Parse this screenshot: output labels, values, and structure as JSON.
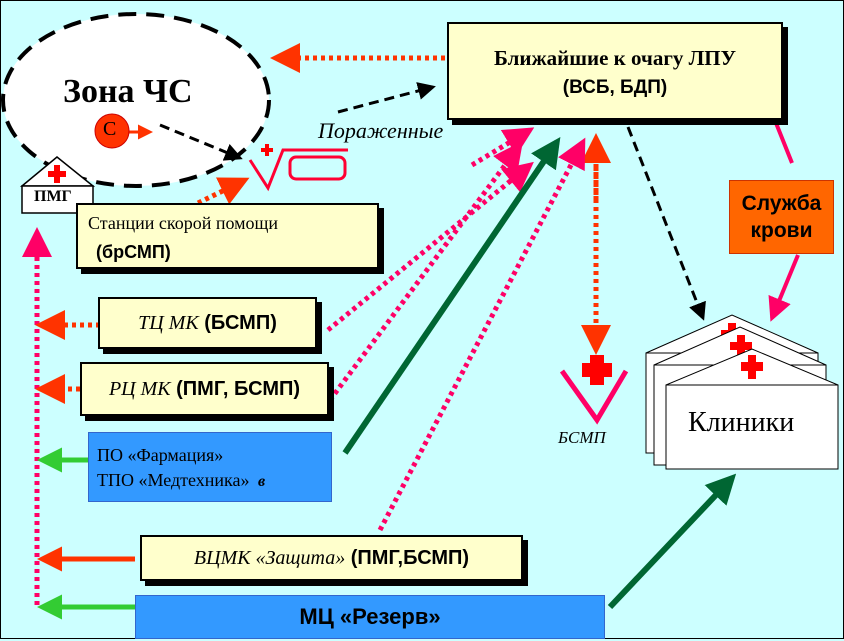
{
  "zone": {
    "title": "Зона ЧС",
    "source_letter": "С"
  },
  "pmg_tent": {
    "label": "ПМГ"
  },
  "nearest_lpu": {
    "title": "Ближайшие к очагу ЛПУ",
    "subtitle": "(ВСБ, БДП)"
  },
  "victims": {
    "label": "Пораженные"
  },
  "ambulance": {
    "line1": "Станции скорой помощи",
    "line2": "(брСМП)"
  },
  "tc_mk": {
    "italic": "ТЦ МК",
    "bold": "(БСМП)"
  },
  "rc_mk": {
    "italic": "РЦ МК",
    "bold": "(ПМГ, БСМП)"
  },
  "pharmacy": {
    "line1": "ПО «Фармация»",
    "line2": "ТПО «Медтехника»",
    "suffix": "в"
  },
  "vcmk": {
    "italic": "ВЦМК «Защита»",
    "bold": "(ПМГ,БСМП)"
  },
  "reserve": {
    "label": "МЦ «Резерв»"
  },
  "blood": {
    "label": "Служба крови"
  },
  "bsmp": {
    "label": "БСМП"
  },
  "clinics": {
    "label": "Клиники"
  },
  "colors": {
    "background": "#ccffff",
    "note_yellow": "#ffffcc",
    "blue_box": "#3399ff",
    "orange_box": "#ff6600",
    "red_arrow": "#ff3300",
    "pink_arrow": "#ff0066",
    "green_arrow": "#006633",
    "bright_green": "#33cc33"
  }
}
